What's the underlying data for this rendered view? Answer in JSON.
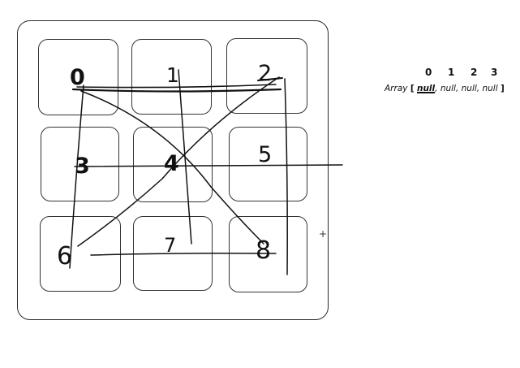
{
  "grid": {
    "cells": [
      {
        "digit": "0"
      },
      {
        "digit": "1"
      },
      {
        "digit": "2"
      },
      {
        "digit": "3"
      },
      {
        "digit": "4"
      },
      {
        "digit": "5"
      },
      {
        "digit": "6"
      },
      {
        "digit": "7"
      },
      {
        "digit": "8"
      }
    ]
  },
  "annotations": {
    "indices": [
      "0",
      "1",
      "2",
      "3"
    ],
    "array_label": "Array",
    "open_bracket": "[",
    "close_bracket": "]",
    "values": [
      "null",
      "null",
      "null",
      "null"
    ]
  },
  "cursor_icon": "crosshair-icon"
}
